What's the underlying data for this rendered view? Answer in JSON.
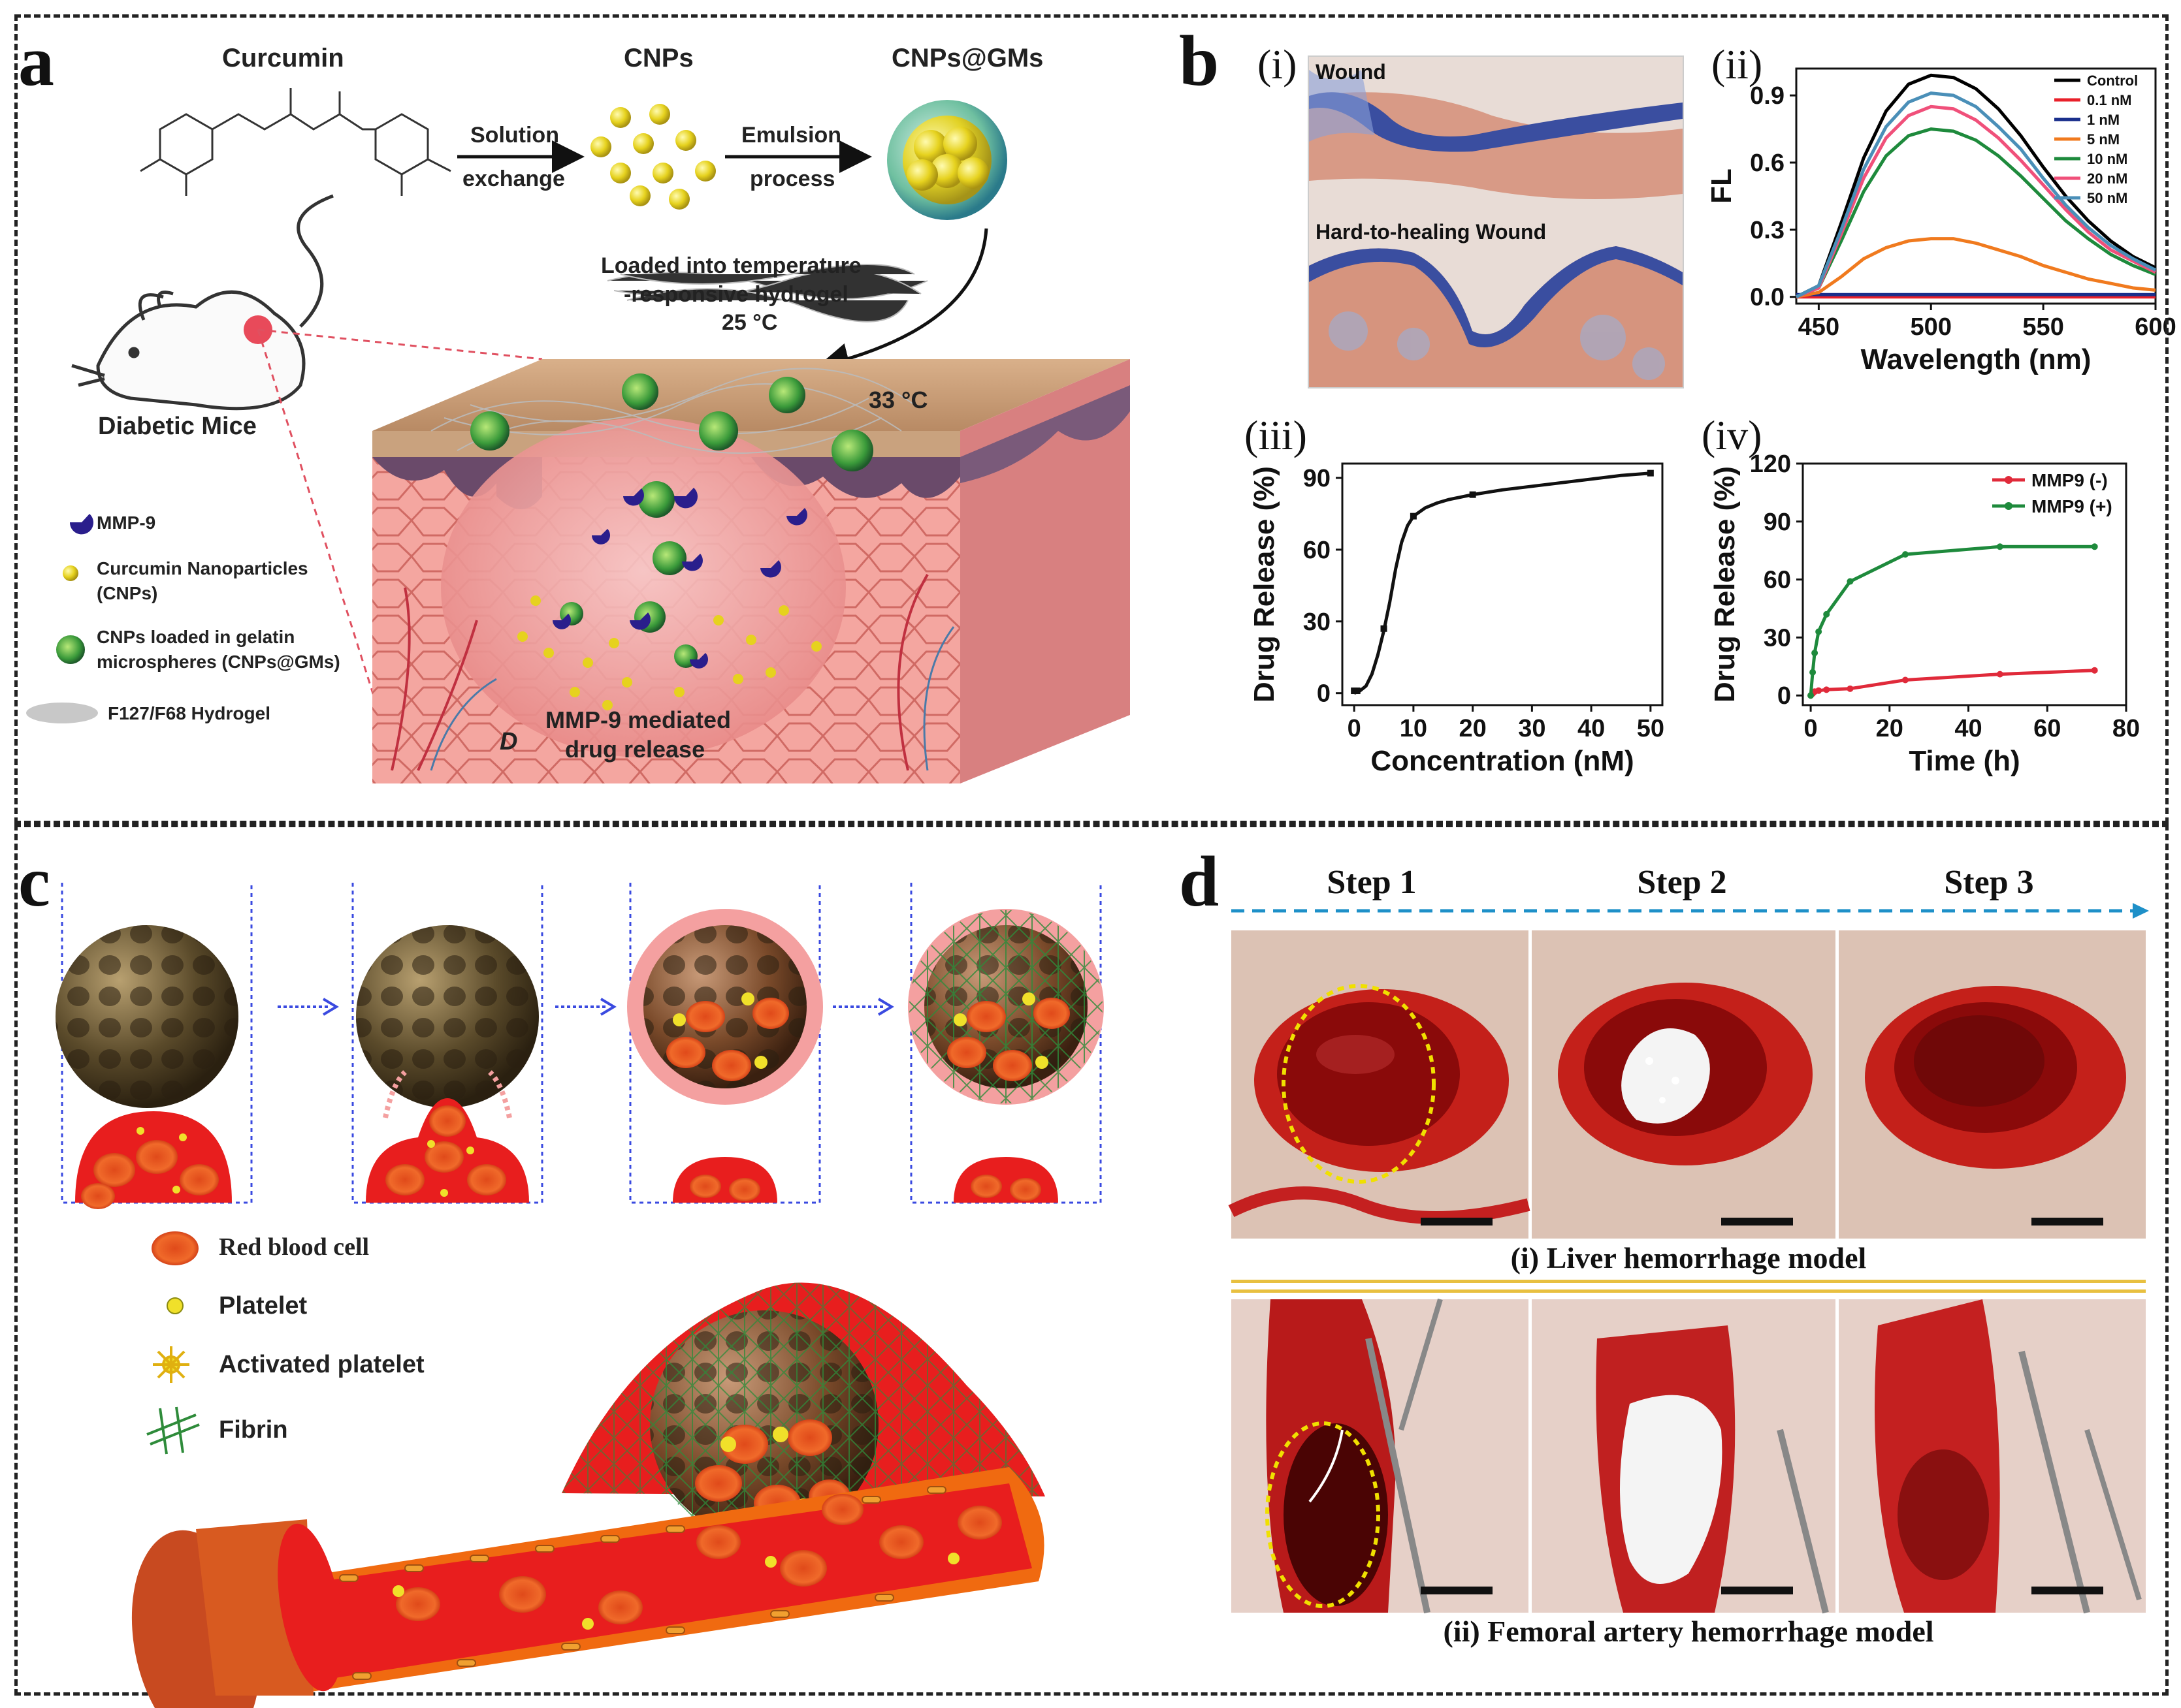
{
  "panels": {
    "a": {
      "label": "a"
    },
    "b": {
      "label": "b"
    },
    "c": {
      "label": "c"
    },
    "d": {
      "label": "d"
    }
  },
  "panel_a": {
    "curcumin": "Curcumin",
    "cnps": "CNPs",
    "cnps_gms": "CNPs@GMs",
    "arrow1_line1": "Solution",
    "arrow1_line2": "exchange",
    "arrow2_line1": "Emulsion",
    "arrow2_line2": "process",
    "hydrogel_line1": "Loaded into temperature",
    "hydrogel_line2": "-responsive hydrogel",
    "hydrogel_line3": "25 °C",
    "diabetic_mice": "Diabetic Mice",
    "temp_33": "33 °C",
    "legend_mmp9": "MMP-9",
    "legend_cnps_line1": "Curcumin Nanoparticles",
    "legend_cnps_line2": "(CNPs)",
    "legend_gms_line1": "CNPs loaded in gelatin",
    "legend_gms_line2": "microspheres (CNPs@GMs)",
    "legend_hydrogel": "F127/F68 Hydrogel",
    "release_line1": "MMP-9 mediated",
    "release_line2": "drug release",
    "d_mark": "D",
    "colors": {
      "mmp9": "#2a1e8c",
      "cnp": "#e6d21e",
      "gm": "#2e8b3a",
      "tissue": "#e88a88",
      "skin": "#c9a27e"
    }
  },
  "panel_b": {
    "i_label": "(i)",
    "ii_label": "(ii)",
    "iii_label": "(iii)",
    "iv_label": "(iv)",
    "wound": "Wound",
    "hard_wound": "Hard-to-healing Wound"
  },
  "chart_data": [
    {
      "type": "line",
      "id": "b-ii",
      "xlabel": "Wavelength (nm)",
      "ylabel": "FL",
      "xlim": [
        440,
        600
      ],
      "ylim": [
        -0.03,
        1.02
      ],
      "xticks": [
        450,
        500,
        550,
        600
      ],
      "yticks": [
        0.0,
        0.3,
        0.6,
        0.9
      ],
      "ytick_labels": [
        "0.0",
        "0.3",
        "0.6",
        "0.9"
      ],
      "legend_position": "top-right",
      "x": [
        440,
        450,
        460,
        470,
        480,
        490,
        500,
        510,
        520,
        530,
        540,
        550,
        560,
        570,
        580,
        590,
        600
      ],
      "series": [
        {
          "name": "Control",
          "color": "#000000",
          "values": [
            0.0,
            0.05,
            0.33,
            0.62,
            0.83,
            0.95,
            0.99,
            0.98,
            0.93,
            0.84,
            0.72,
            0.58,
            0.45,
            0.34,
            0.25,
            0.18,
            0.13
          ]
        },
        {
          "name": "0.1 nM",
          "color": "#e8202a",
          "values": [
            0.0,
            0.0,
            0.0,
            0.0,
            0.0,
            0.0,
            0.0,
            0.0,
            0.0,
            0.0,
            0.0,
            0.0,
            0.0,
            0.0,
            0.0,
            0.0,
            0.0
          ]
        },
        {
          "name": "1 nM",
          "color": "#1a2f8c",
          "values": [
            0.01,
            0.01,
            0.01,
            0.01,
            0.01,
            0.01,
            0.01,
            0.01,
            0.01,
            0.01,
            0.01,
            0.01,
            0.01,
            0.01,
            0.01,
            0.01,
            0.01
          ]
        },
        {
          "name": "5 nM",
          "color": "#f07a1e",
          "values": [
            0.0,
            0.02,
            0.09,
            0.17,
            0.22,
            0.25,
            0.26,
            0.26,
            0.24,
            0.21,
            0.18,
            0.14,
            0.11,
            0.08,
            0.06,
            0.04,
            0.03
          ]
        },
        {
          "name": "10 nM",
          "color": "#1e8a3c",
          "values": [
            0.0,
            0.04,
            0.25,
            0.47,
            0.63,
            0.72,
            0.75,
            0.74,
            0.7,
            0.63,
            0.54,
            0.44,
            0.34,
            0.26,
            0.19,
            0.14,
            0.1
          ]
        },
        {
          "name": "20 nM",
          "color": "#f0507a",
          "values": [
            0.0,
            0.04,
            0.28,
            0.53,
            0.71,
            0.81,
            0.85,
            0.84,
            0.79,
            0.71,
            0.61,
            0.5,
            0.39,
            0.29,
            0.21,
            0.16,
            0.11
          ]
        },
        {
          "name": "50 nM",
          "color": "#4a8fb8",
          "values": [
            0.0,
            0.05,
            0.3,
            0.57,
            0.76,
            0.87,
            0.91,
            0.9,
            0.85,
            0.76,
            0.66,
            0.53,
            0.41,
            0.31,
            0.23,
            0.17,
            0.12
          ]
        }
      ]
    },
    {
      "type": "line",
      "id": "b-iii",
      "xlabel": "Concentration (nM)",
      "ylabel": "Drug Release (%)",
      "xlim": [
        -2,
        52
      ],
      "ylim": [
        -5,
        96
      ],
      "xticks": [
        0,
        10,
        20,
        30,
        40,
        50
      ],
      "yticks": [
        0,
        30,
        60,
        90
      ],
      "points_x": [
        0,
        0.5,
        5,
        10,
        20,
        50
      ],
      "points_y": [
        1,
        1,
        27,
        74,
        83,
        92
      ],
      "curve_x": [
        0,
        1,
        2,
        3,
        4,
        5,
        6,
        7,
        8,
        9,
        10,
        12,
        14,
        16,
        18,
        20,
        25,
        30,
        35,
        40,
        45,
        50
      ],
      "curve_y": [
        0,
        1,
        3,
        8,
        16,
        26,
        38,
        52,
        63,
        70,
        74,
        77.5,
        79.5,
        81,
        82,
        83,
        85,
        86.5,
        88,
        89.5,
        91,
        92
      ],
      "color": "#111111"
    },
    {
      "type": "line",
      "id": "b-iv",
      "xlabel": "Time (h)",
      "ylabel": "Drug Release (%)",
      "xlim": [
        -2,
        80
      ],
      "ylim": [
        -5,
        120
      ],
      "xticks": [
        0,
        20,
        40,
        60,
        80
      ],
      "yticks": [
        0,
        30,
        60,
        90,
        120
      ],
      "legend_position": "top-right",
      "series": [
        {
          "name": "MMP9 (-)",
          "color": "#e02a3a",
          "x": [
            0,
            0.5,
            1,
            2,
            4,
            10,
            24,
            48,
            72
          ],
          "y": [
            0,
            1,
            2,
            2.5,
            3,
            3.5,
            8,
            11,
            13
          ]
        },
        {
          "name": "MMP9 (+)",
          "color": "#1e8a3c",
          "x": [
            0,
            0.5,
            1,
            2,
            4,
            10,
            24,
            48,
            72
          ],
          "y": [
            0,
            12,
            22,
            33,
            42,
            59,
            73,
            77,
            77
          ]
        }
      ]
    }
  ],
  "panel_c": {
    "legend_rbc": "Red blood cell",
    "legend_platelet": "Platelet",
    "legend_activated": "Activated platelet",
    "legend_fibrin": "Fibrin",
    "colors": {
      "rbc": "#e8401e",
      "blood": "#e81e1e",
      "sphere": "#5a4a2a",
      "fibrin": "#2e8b3a",
      "platelet": "#f0e02a"
    }
  },
  "panel_d": {
    "step1": "Step 1",
    "step2": "Step 2",
    "step3": "Step 3",
    "liver_num": "(i)",
    "liver_model": "Liver hemorrhage model",
    "femoral_num": "(ii)",
    "femoral_model": "Femoral artery hemorrhage model"
  }
}
